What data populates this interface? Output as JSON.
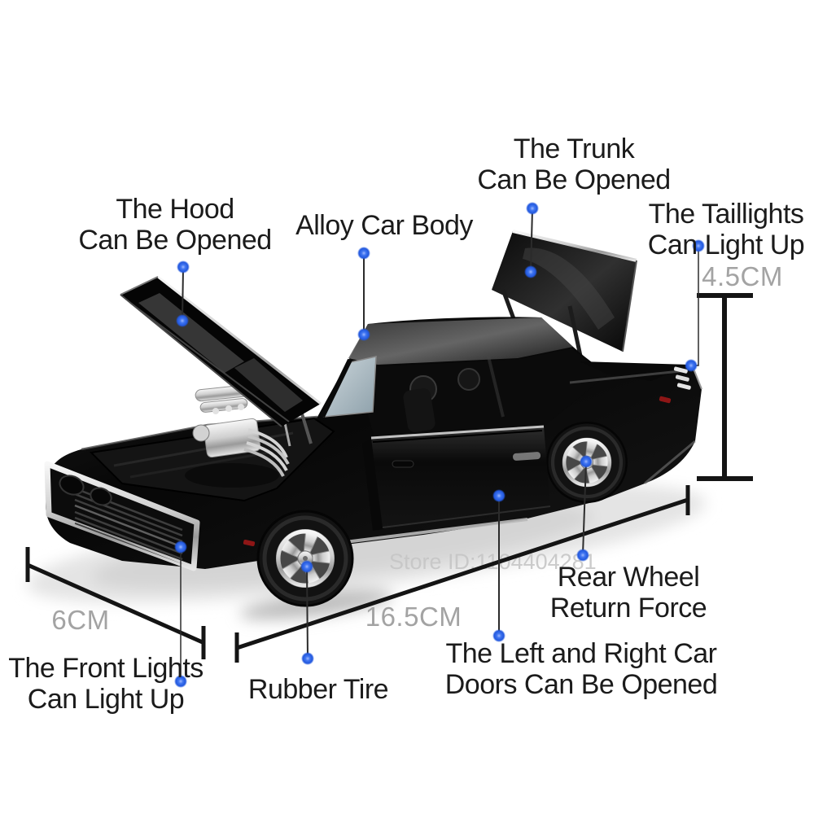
{
  "watermark": "Store ID:1104404281",
  "annotations": {
    "hood": {
      "line1": "The Hood",
      "line2": "Can Be Opened"
    },
    "alloy_body": {
      "line1": "Alloy Car Body"
    },
    "trunk": {
      "line1": "The Trunk",
      "line2": "Can Be Opened"
    },
    "taillights": {
      "line1": "The Taillights",
      "line2": "Can Light Up"
    },
    "front_lights": {
      "line1": "The Front Lights",
      "line2": "Can Light Up"
    },
    "rubber_tire": {
      "line1": "Rubber Tire"
    },
    "doors": {
      "line1": "The Left and Right Car",
      "line2": "Doors Can Be Opened"
    },
    "rear_wheel": {
      "line1": "Rear Wheel",
      "line2": "Return Force"
    }
  },
  "dimensions": {
    "height": "4.5CM",
    "front_width": "6CM",
    "length": "16.5CM"
  },
  "colors": {
    "background": "#ffffff",
    "label_text": "#1b1b1b",
    "dimension_text": "#a3a3a3",
    "marker_blue": "#2e6bea",
    "car_body_black": "#0d0d0d",
    "chrome": "#d9d9d9",
    "taillight_red": "#8e1616",
    "watermark_gray": "#c6c6c6"
  }
}
